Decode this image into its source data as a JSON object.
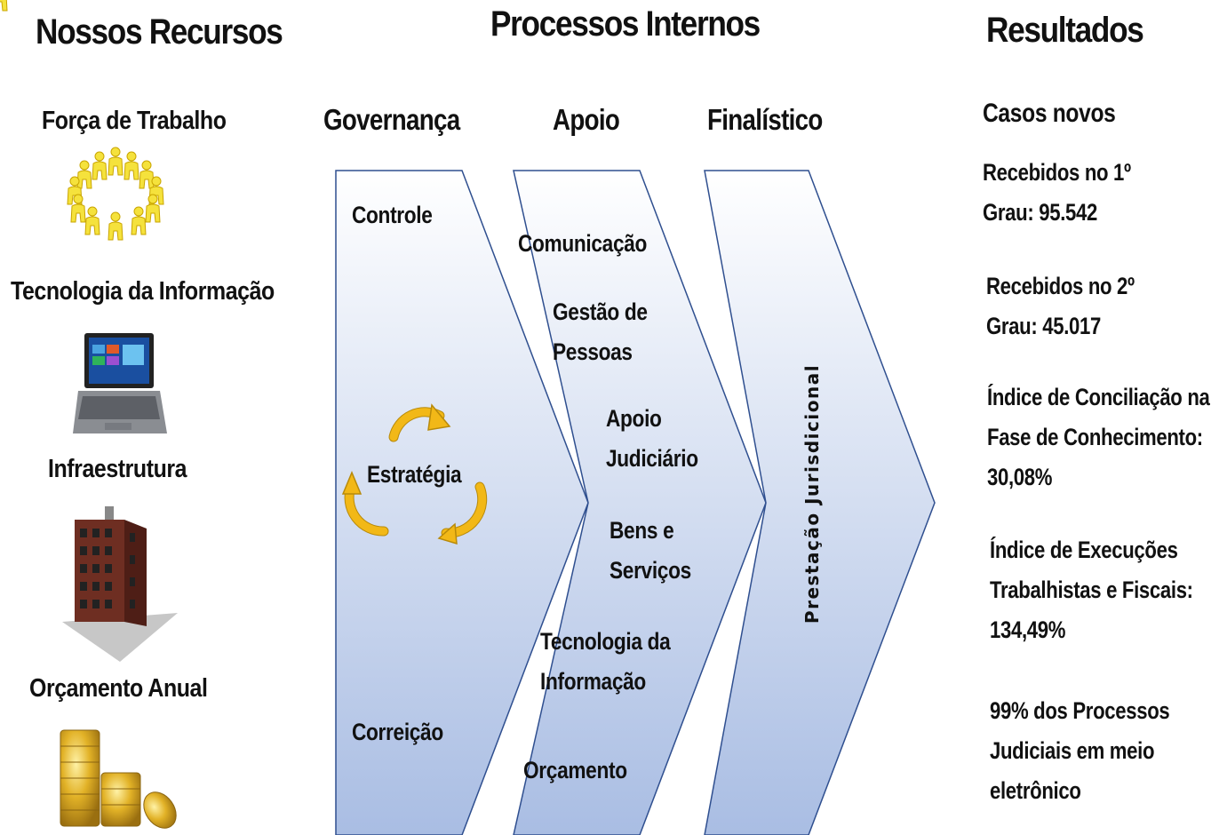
{
  "headers": {
    "resources": "Nossos Recursos",
    "processes": "Processos Internos",
    "results": "Resultados"
  },
  "resources": [
    {
      "label": "Força de Trabalho",
      "icon": "people-circle-icon"
    },
    {
      "label": "Tecnologia da Informação",
      "icon": "laptop-icon"
    },
    {
      "label": "Infraestrutura",
      "icon": "building-icon"
    },
    {
      "label": "Orçamento Anual",
      "icon": "coins-icon"
    }
  ],
  "columns": {
    "governance": "Governança",
    "support": "Apoio",
    "core": "Finalístico"
  },
  "governance": {
    "control": "Controle",
    "strategy": "Estratégia",
    "correction": "Correição"
  },
  "support": {
    "communication": "Comunicação",
    "people": [
      "Gestão de",
      "Pessoas"
    ],
    "judicial": [
      "Apoio",
      "Judiciário"
    ],
    "goods": [
      "Bens e",
      "Serviços"
    ],
    "it": [
      "Tecnologia da",
      "Informação"
    ],
    "budget": "Orçamento"
  },
  "core": {
    "service": "Prestação Jurisdicional"
  },
  "results": {
    "new_cases": "Casos novos",
    "first_degree": [
      "Recebidos no 1º",
      "Grau: 95.542"
    ],
    "second_degree": [
      "Recebidos no 2º",
      "Grau: 45.017"
    ],
    "conciliation": [
      "Índice de Conciliação na",
      "Fase de Conhecimento:",
      "30,08%"
    ],
    "executions": [
      "Índice de Execuções",
      "Trabalhistas e Fiscais:",
      "134,49%"
    ],
    "electronic": [
      "99% dos Processos",
      "Judiciais em meio",
      "eletrônico"
    ]
  },
  "colors": {
    "arrow_top": "#ffffff",
    "arrow_bottom": "#a9bde3",
    "arrow_stroke": "#2f4f8f",
    "cycle_arrow": "#f2b817"
  }
}
